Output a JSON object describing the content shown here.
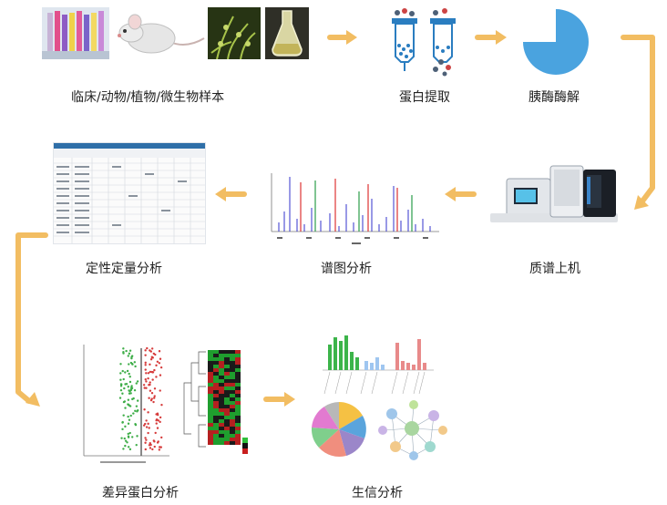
{
  "steps": {
    "samples": "临床/动物/植物/微生物样本",
    "protein_extraction": "蛋白提取",
    "trypsin_digestion": "胰酶酶解",
    "ms_run": "质谱上机",
    "spectrum_analysis": "谱图分析",
    "qual_quant": "定性定量分析",
    "diff_protein": "差异蛋白分析",
    "bioinfo": "生信分析"
  },
  "colors": {
    "arrow": "#f2bd62",
    "pie": "#4aa3df",
    "tube_blue": "#2a7dc0"
  }
}
